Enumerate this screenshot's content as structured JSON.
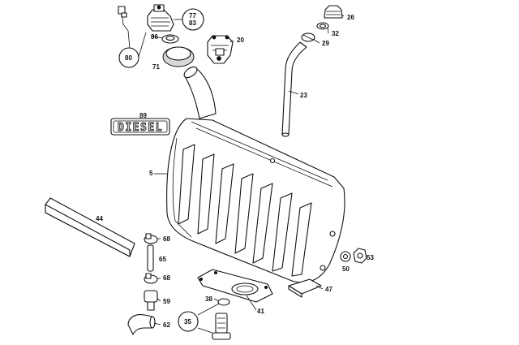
{
  "diagram": {
    "badge_text": "DIESEL",
    "labels": {
      "p77": "77",
      "p83": "83",
      "p86": "86",
      "p80": "80",
      "p71": "71",
      "p20": "20",
      "p26": "26",
      "p32": "32",
      "p29": "29",
      "p23": "23",
      "p89": "89",
      "p5": "5",
      "p44": "44",
      "p68a": "68",
      "p65": "65",
      "p68b": "68",
      "p59": "59",
      "p35": "35",
      "p62": "62",
      "p38": "38",
      "p41": "41",
      "p47": "47",
      "p50": "50",
      "p53": "53"
    }
  }
}
